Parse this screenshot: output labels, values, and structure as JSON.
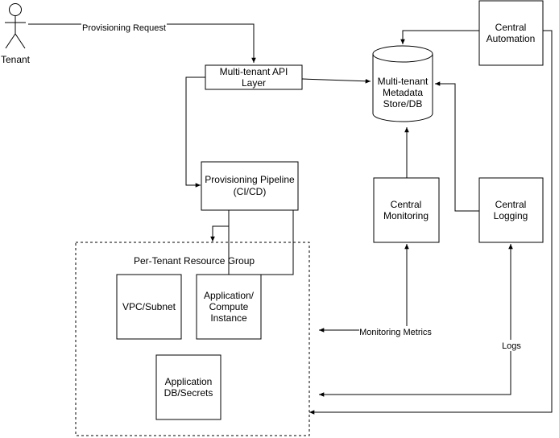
{
  "actor": {
    "label": "Tenant"
  },
  "nodes": {
    "api": {
      "lines": [
        "Multi-tenant API",
        "Layer"
      ]
    },
    "metadata": {
      "lines": [
        "Multi-tenant",
        "Metadata",
        "Store/DB"
      ]
    },
    "automation": {
      "lines": [
        "Central",
        "Automation"
      ]
    },
    "pipeline": {
      "lines": [
        "Provisioning Pipeline",
        "(CI/CD)"
      ]
    },
    "monitoring": {
      "lines": [
        "Central",
        "Monitoring"
      ]
    },
    "logging": {
      "lines": [
        "Central",
        "Logging"
      ]
    },
    "vpc": {
      "lines": [
        "VPC/Subnet"
      ]
    },
    "compute": {
      "lines": [
        "Application/",
        "Compute",
        "Instance"
      ]
    },
    "appdb": {
      "lines": [
        "Application",
        "DB/Secrets"
      ]
    }
  },
  "group": {
    "label": "Per-Tenant Resource Group"
  },
  "edges": {
    "provisioning_request": "Provisioning Request",
    "monitoring_metrics": "Monitoring Metrics",
    "logs": "Logs"
  }
}
